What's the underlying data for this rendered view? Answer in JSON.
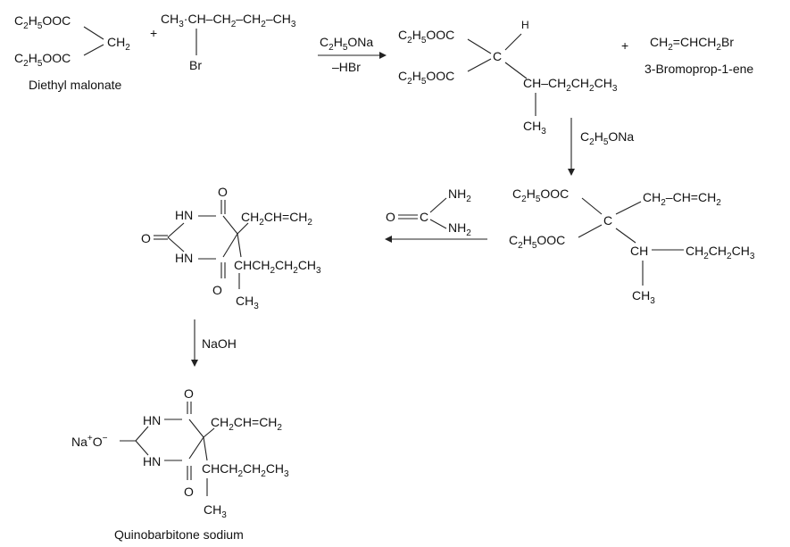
{
  "scheme": {
    "diethyl_malonate": {
      "ester_top": "C2H5OOC",
      "ester_bottom": "C2H5OOC",
      "ch2": "CH2",
      "name": "Diethyl malonate"
    },
    "plus_1": "+",
    "bromopentane": {
      "chain": "CH3·CH–CH2–CH2–CH3",
      "br": "Br"
    },
    "step1": {
      "reagent": "C2H5ONa",
      "byproduct": "–HBr"
    },
    "intermediate_1": {
      "ester_top": "C2H5OOC",
      "ester_bottom": "C2H5OOC",
      "c": "C",
      "h": "H",
      "side_chain": "CH–CH2CH2CH3",
      "methyl": "CH3"
    },
    "plus_2": "+",
    "allyl_bromide": {
      "formula": "CH2=CHCH2Br",
      "name": "3-Bromoprop-1-ene"
    },
    "step2": {
      "reagent": "C2H5ONa"
    },
    "intermediate_2": {
      "ester_top": "C2H5OOC",
      "ester_bottom": "C2H5OOC",
      "c": "C",
      "allyl": "CH2–CH=CH2",
      "ch": "CH",
      "propyl": "CH2CH2CH3",
      "methyl": "CH3"
    },
    "urea": {
      "o": "O",
      "c": "C",
      "nh2_top": "NH2",
      "nh2_bottom": "NH2"
    },
    "barbiturate": {
      "o_top": "O",
      "o_left": "O",
      "o_bottom": "O",
      "nh_top": "HN",
      "nh_bottom": "HN",
      "allyl": "CH2CH=CH2",
      "side_chain": "CHCH2CH2CH3",
      "methyl": "CH3"
    },
    "step3": {
      "reagent": "NaOH"
    },
    "product": {
      "na": "Na",
      "plus_sign": "+",
      "o_minus": "O–",
      "o_top": "O",
      "o_bottom": "O",
      "nh_top": "HN",
      "nh_bottom": "HN",
      "allyl": "CH2CH=CH2",
      "side_chain": "CHCH2CH2CH3",
      "methyl": "CH3",
      "name": "Quinobarbitone sodium"
    }
  }
}
